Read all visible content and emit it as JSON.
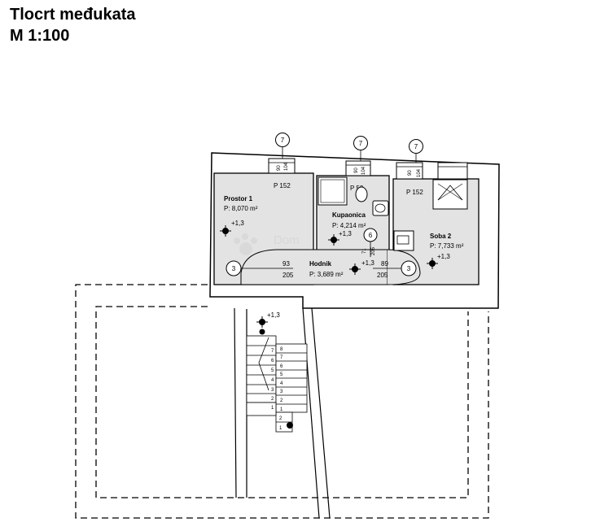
{
  "header": {
    "title": "Tlocrt međukata",
    "scale": "M 1:100"
  },
  "rooms": {
    "prostor1": {
      "name": "Prostor 1",
      "area": "P: 8,070 m²",
      "level": "+1,3"
    },
    "kupaonica": {
      "name": "Kupaonica",
      "area": "P: 4,214 m²",
      "level": "+1,3"
    },
    "soba2": {
      "name": "Soba 2",
      "area": "P: 7,733 m²",
      "level": "+1,3"
    },
    "hodnik": {
      "name": "Hodnik",
      "area": "P: 3,689 m²",
      "level": "+1,3"
    }
  },
  "stair_level": "+1,3",
  "windows": [
    {
      "tag": "7",
      "w": "90",
      "h": "104",
      "sill": "P 152"
    },
    {
      "tag": "7",
      "w": "90",
      "h": "104",
      "sill": "P 52"
    },
    {
      "tag": "7",
      "w": "90",
      "h": "104",
      "sill": "P 152"
    }
  ],
  "doors": {
    "left": {
      "tag": "3",
      "w": "93",
      "h": "205"
    },
    "right": {
      "tag": "3",
      "w": "89",
      "h": "205"
    },
    "bath": {
      "tag": "6",
      "w": "71",
      "h": "205"
    }
  },
  "stair_steps_left": [
    "7",
    "6",
    "5",
    "4",
    "3",
    "2",
    "1"
  ],
  "stair_steps_right": [
    "8",
    "7",
    "6",
    "5",
    "4",
    "3",
    "2",
    "1"
  ],
  "stair_steps_bottom": [
    "2",
    "1"
  ],
  "watermark": "Dom",
  "colors": {
    "room_fill": "#e3e3e3",
    "wall": "#ffffff",
    "line": "#000000"
  }
}
